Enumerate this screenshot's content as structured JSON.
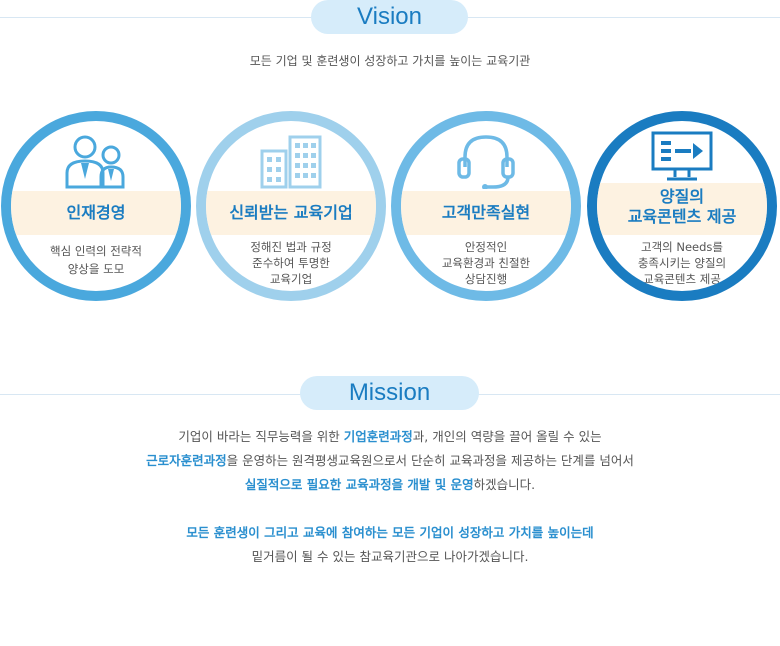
{
  "vision": {
    "heading": "Vision",
    "tagline": "모든 기업 및 훈련생이 성장하고 가치를 높이는 교육기관",
    "items": [
      {
        "title": "인재경영",
        "title2": "",
        "desc1": "핵심 인력의 전략적",
        "desc2": "양상을 도모",
        "desc3": "",
        "icon": "people-icon",
        "ring_color": "#4aa8dd",
        "accent": "#1a7cc1"
      },
      {
        "title": "신뢰받는 교육기업",
        "title2": "",
        "desc1": "정해진 법과 규정",
        "desc2": "준수하여 투명한",
        "desc3": "교육기업",
        "icon": "building-icon",
        "ring_color": "#9fd0ec",
        "accent": "#1a7cc1"
      },
      {
        "title": "고객만족실현",
        "title2": "",
        "desc1": "안정적인",
        "desc2": "교육환경과 친절한",
        "desc3": "상담진행",
        "icon": "headset-icon",
        "ring_color": "#6ebae6",
        "accent": "#1a7cc1"
      },
      {
        "title": "양질의",
        "title2": "교육콘텐츠 제공",
        "desc1": "고객의 Needs를",
        "desc2": "충족시키는 양질의",
        "desc3": "교육콘텐츠 제공",
        "icon": "monitor-content-icon",
        "ring_color": "#1a7cc1",
        "accent": "#1a7cc1"
      }
    ]
  },
  "mission": {
    "heading": "Mission",
    "line1_a": "기업이 바라는 직무능력을 위한 ",
    "line1_b": "기업훈련과정",
    "line1_c": "과, 개인의 역량을 끌어 올릴 수 있는",
    "line2_a": "근로자훈련과정",
    "line2_b": "을 운영하는 원격평생교육원으로서 단순히 교육과정을 제공하는 단계를 넘어서",
    "line3_a": "실질적으로 필요한 교육과정을 개발 및 운영",
    "line3_b": "하겠습니다.",
    "line4": "모든 훈련생이 그리고 교육에 참여하는 모든 기업이 성장하고 가치를 높이는데",
    "line5": "밑거름이 될 수 있는 참교육기관으로 나아가겠습니다."
  }
}
